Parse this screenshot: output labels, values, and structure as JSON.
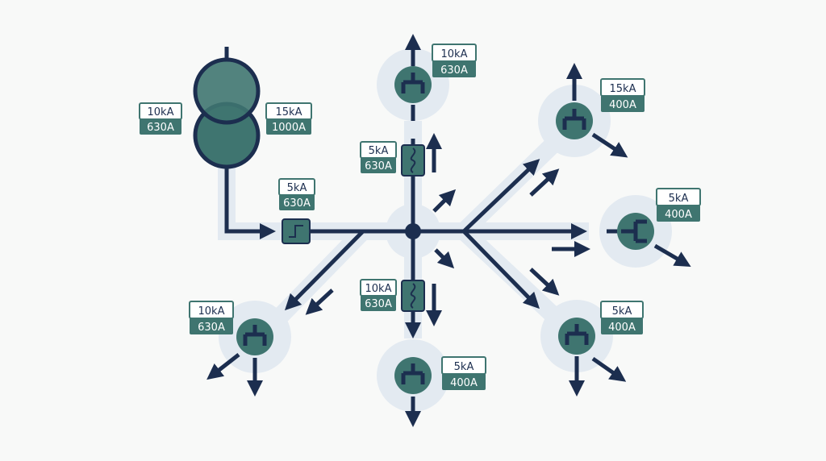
{
  "colors": {
    "line": "#1c2e4f",
    "device": "#3f7570",
    "halo": "#e3eaf1",
    "background": "#f8f9f8"
  },
  "ratings": {
    "transformer_primary": {
      "sc": "10kA",
      "current": "630A"
    },
    "transformer_secondary": {
      "sc": "15kA",
      "current": "1000A"
    },
    "main_breaker": {
      "sc": "5kA",
      "current": "630A"
    },
    "feeder_top": {
      "sc": "10kA",
      "current": "630A"
    },
    "fuse_top": {
      "sc": "5kA",
      "current": "630A"
    },
    "fuse_bottom": {
      "sc": "10kA",
      "current": "630A"
    },
    "feeder_top_right": {
      "sc": "15kA",
      "current": "400A"
    },
    "feeder_right": {
      "sc": "5kA",
      "current": "400A"
    },
    "feeder_bottom_right": {
      "sc": "5kA",
      "current": "400A"
    },
    "feeder_bottom": {
      "sc": "5kA",
      "current": "400A"
    },
    "feeder_bottom_left": {
      "sc": "10kA",
      "current": "630A"
    }
  }
}
